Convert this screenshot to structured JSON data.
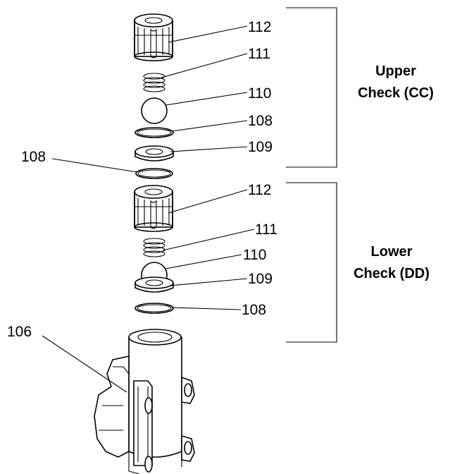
{
  "callouts": {
    "upper_cage": "112",
    "upper_spring": "111",
    "upper_ball": "110",
    "upper_oring": "108",
    "upper_seat": "109",
    "mid_oring": "108",
    "lower_cage": "112",
    "lower_spring": "111",
    "lower_ball": "110",
    "lower_seat": "109",
    "lower_oring": "108",
    "housing": "106"
  },
  "sections": {
    "upper": {
      "line1": "Upper",
      "line2": "Check (CC)"
    },
    "lower": {
      "line1": "Lower",
      "line2": "Check (DD)"
    }
  }
}
